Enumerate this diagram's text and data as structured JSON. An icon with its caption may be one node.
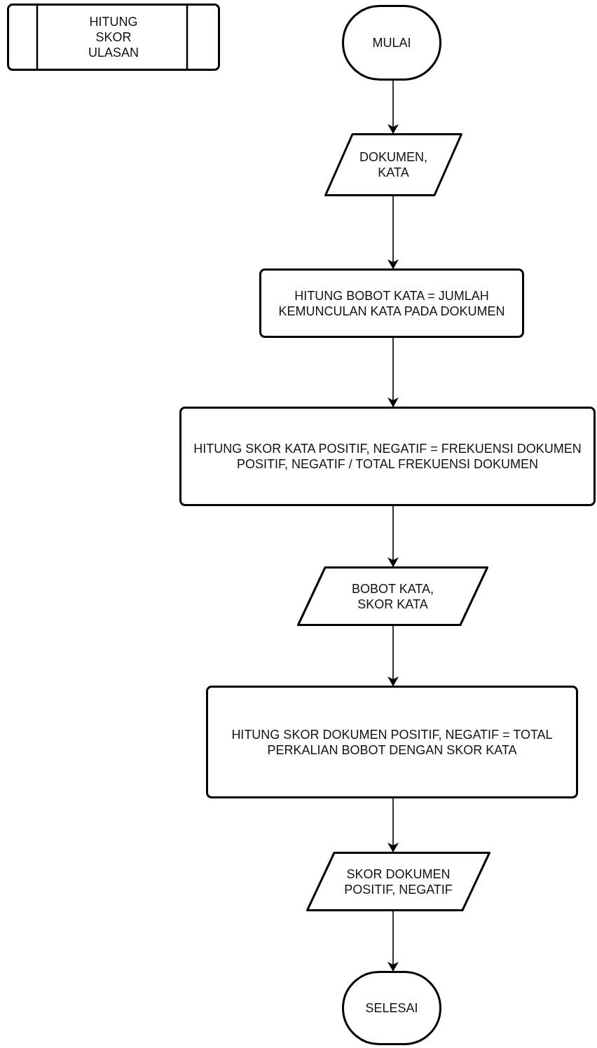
{
  "diagram": {
    "nodes": [
      {
        "text": [
          "HITUNG SKOR ULASAN"
        ]
      },
      {
        "text": [
          "MULAI"
        ]
      },
      {
        "text": [
          "DOKUMEN, KATA"
        ]
      },
      {
        "text": [
          "HITUNG BOBOT KATA = JUMLAH KEMUNCULAN KATA PADA DOKUMEN"
        ]
      },
      {
        "text": [
          "HITUNG SKOR KATA POSITIF, NEGATIF = FREKUENSI DOKUMEN POSITIF, NEGATIF / TOTAL FREKUENSI DOKUMEN"
        ]
      },
      {
        "text": [
          "BOBOT KATA, SKOR KATA"
        ]
      },
      {
        "text": [
          "HITUNG SKOR DOKUMEN POSITIF, NEGATIF = TOTAL PERKALIAN BOBOT DENGAN SKOR KATA"
        ]
      },
      {
        "text": [
          "SKOR DOKUMEN POSITIF, NEGATIF"
        ]
      },
      {
        "text": [
          "SELESAI"
        ]
      }
    ],
    "edges": [
      {
        "from": 1,
        "to": 2,
        "arrow": "to"
      },
      {
        "from": 2,
        "to": 3,
        "arrow": "to"
      },
      {
        "from": 3,
        "to": 4,
        "arrow": "to"
      },
      {
        "from": 4,
        "to": 5,
        "arrow": "to"
      },
      {
        "from": 5,
        "to": 6,
        "arrow": "to"
      },
      {
        "from": 6,
        "to": 7,
        "arrow": "to"
      },
      {
        "from": 7,
        "to": 8,
        "arrow": "to"
      }
    ]
  }
}
